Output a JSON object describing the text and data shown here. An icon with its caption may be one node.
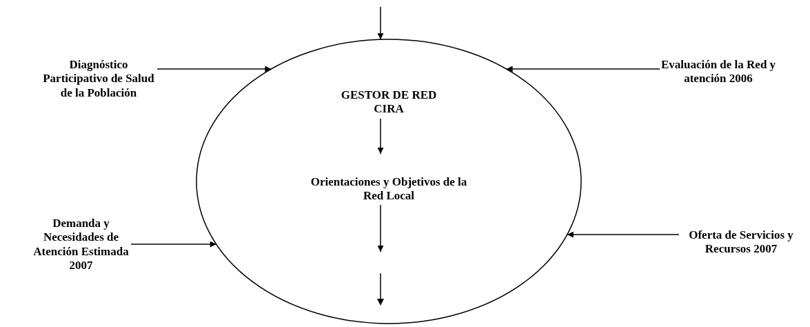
{
  "diagram": {
    "nodes": [
      {
        "text": [],
        "shape": "circle"
      },
      {
        "text": [
          "GESTOR DE RED CIRA"
        ],
        "in": 0
      },
      {
        "text": [
          "Orientaciones y Objetivos de la Red Local"
        ],
        "in": 0
      },
      {
        "text": [
          "Diagnóstico Participativo de Salud de la Población"
        ]
      },
      {
        "text": [
          "Evaluación de la Red y atención 2006"
        ]
      },
      {
        "text": [
          "Demanda y Necesidades de Atención Estimada 2007"
        ]
      },
      {
        "text": [
          "Oferta de Servicios y Recursos 2007"
        ]
      }
    ],
    "edges": [
      {
        "from": null,
        "to": 0,
        "arrow": "to"
      },
      {
        "from": 3,
        "to": 0,
        "arrow": "to"
      },
      {
        "from": 4,
        "to": 0,
        "arrow": "to"
      },
      {
        "from": 1,
        "to": 2,
        "arrow": "to"
      },
      {
        "from": 5,
        "to": 0,
        "arrow": "to"
      },
      {
        "from": 6,
        "to": 0,
        "arrow": "to"
      },
      {
        "from": 2,
        "to": null,
        "arrow": "to"
      }
    ]
  }
}
